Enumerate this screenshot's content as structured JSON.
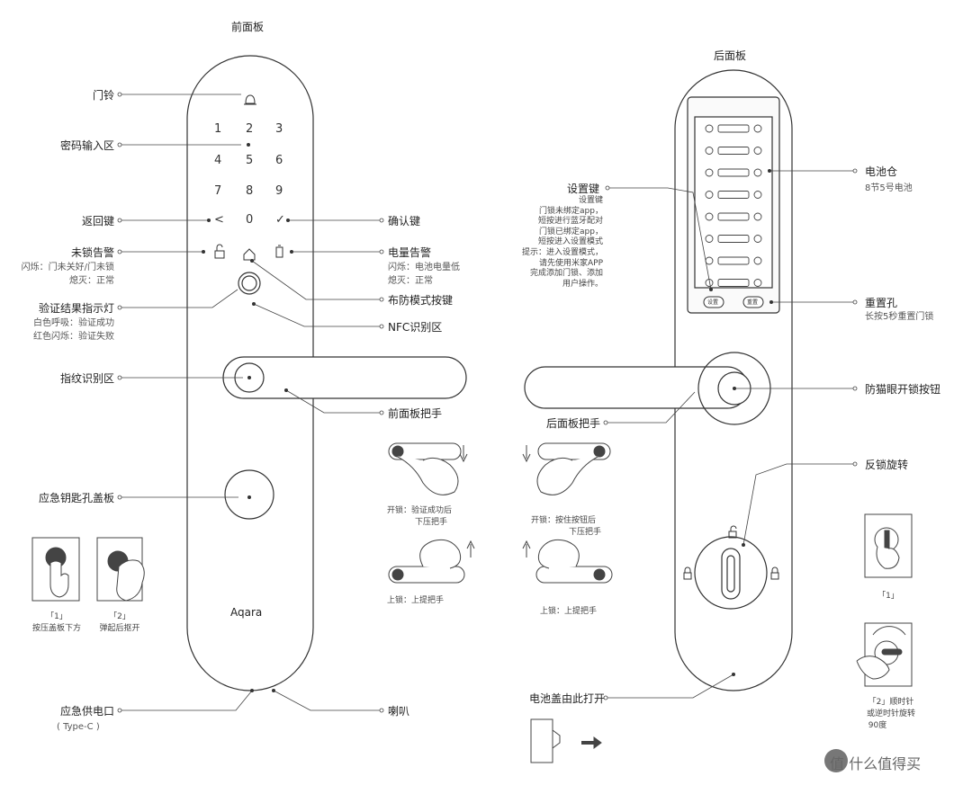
{
  "titles": {
    "front": "前面板",
    "back": "后面板"
  },
  "keypad": [
    "1",
    "2",
    "3",
    "4",
    "5",
    "6",
    "7",
    "8",
    "9",
    "<",
    "0",
    "✓"
  ],
  "brand": "Aqara",
  "front_labels": {
    "doorbell": "门铃",
    "password_area": "密码输入区",
    "back_key": "返回键",
    "unlock_alarm": "未锁告警",
    "unlock_alarm_desc1": "闪烁：门未关好/门未锁",
    "unlock_alarm_desc2": "熄灭：正常",
    "verify_light": "验证结果指示灯",
    "verify_light_desc1": "白色呼吸：验证成功",
    "verify_light_desc2": "红色闪烁：验证失败",
    "fingerprint": "指纹识别区",
    "emergency_key": "应急钥匙孔盖板",
    "confirm_key": "确认键",
    "battery_alarm": "电量告警",
    "battery_alarm_desc1": "闪烁：电池电量低",
    "battery_alarm_desc2": "熄灭：正常",
    "arm_button": "布防模式按键",
    "nfc": "NFC识别区",
    "front_handle": "前面板把手",
    "emergency_power": "应急供电口",
    "emergency_power_type": "( Type-C )",
    "speaker": "喇叭"
  },
  "key_steps": {
    "step1_num": "「1」",
    "step1_text": "按压盖板下方",
    "step2_num": "「2」",
    "step2_text": "弹起后抠开"
  },
  "front_gestures": {
    "unlock1": "开锁：验证成功后",
    "unlock2": "下压把手",
    "lock": "上锁：上提把手"
  },
  "back_gestures": {
    "unlock1": "开锁：按住按钮后",
    "unlock2": "下压把手",
    "lock": "上锁：上提把手"
  },
  "back_labels": {
    "settings_key": "设置键",
    "settings_desc": [
      "设置键",
      "门锁未绑定app，",
      "短按进行蓝牙配对",
      "门锁已绑定app，",
      "短按进入设置模式",
      "提示：进入设置模式，",
      "请先使用米家APP",
      "完成添加门锁、添加",
      "用户操作。"
    ],
    "battery_box": "电池仓",
    "battery_desc": "8节5号电池",
    "reset_hole": "重置孔",
    "reset_desc": "长按5秒重置门锁",
    "anti_peep": "防猫眼开锁按钮",
    "back_handle": "后面板把手",
    "deadlock": "反锁旋转",
    "battery_cover": "电池盖由此打开",
    "btn_set": "设置",
    "btn_reset": "重置"
  },
  "knob_steps": {
    "step1_num": "「1」",
    "step2_line1": "「2」顺时针",
    "step2_line2": "或逆时针旋转",
    "step2_line3": "90度"
  },
  "watermark": "值 什么值得买"
}
